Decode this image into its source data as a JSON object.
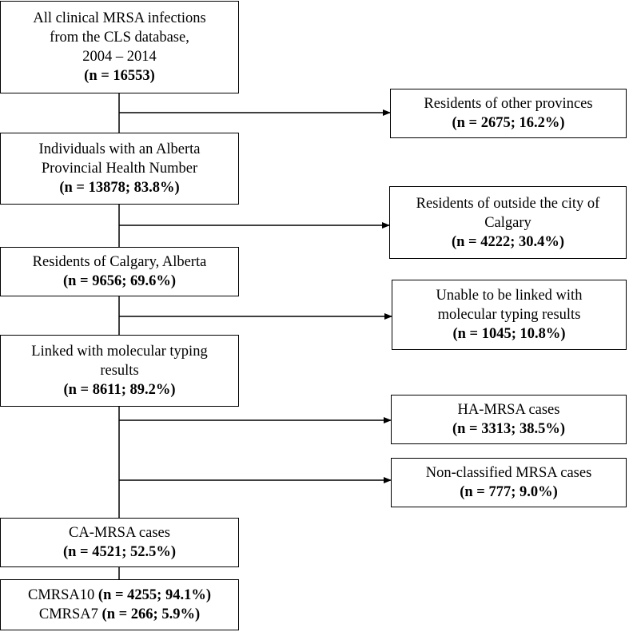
{
  "boxes": {
    "all_infections": {
      "lines": [
        "All clinical  MRSA infections",
        "from the CLS database,",
        "2004 – 2014"
      ],
      "count": "(n = 16553)"
    },
    "alberta_phn": {
      "lines": [
        "Individuals with an Alberta",
        "Provincial Health Number"
      ],
      "count": "(n = 13878; 83.8%)"
    },
    "calgary_residents": {
      "lines": [
        "Residents of Calgary, Alberta"
      ],
      "count": "(n = 9656; 69.6%)"
    },
    "linked_typing": {
      "lines": [
        "Linked with molecular typing",
        "results"
      ],
      "count": "(n = 8611; 89.2%)"
    },
    "ca_mrsa": {
      "lines": [
        "CA-MRSA cases"
      ],
      "count": "(n = 4521; 52.5%)"
    },
    "strains": {
      "rows": [
        {
          "name": "CMRSA10",
          "count": "(n = 4255; 94.1%)"
        },
        {
          "name": "CMRSA7",
          "count": "(n = 266; 5.9%)"
        }
      ]
    },
    "other_provinces": {
      "lines": [
        "Residents of other provinces"
      ],
      "count": "(n = 2675; 16.2%)"
    },
    "outside_calgary": {
      "lines": [
        "Residents of outside the city of",
        "Calgary"
      ],
      "count": "(n = 4222; 30.4%)"
    },
    "unlinked": {
      "lines": [
        "Unable to be linked with",
        "molecular typing results"
      ],
      "count": "(n = 1045; 10.8%)"
    },
    "ha_mrsa": {
      "lines": [
        "HA-MRSA cases"
      ],
      "count": "(n = 3313; 38.5%)"
    },
    "non_classified": {
      "lines": [
        "Non-classified MRSA cases"
      ],
      "count": "(n = 777; 9.0%)"
    }
  }
}
